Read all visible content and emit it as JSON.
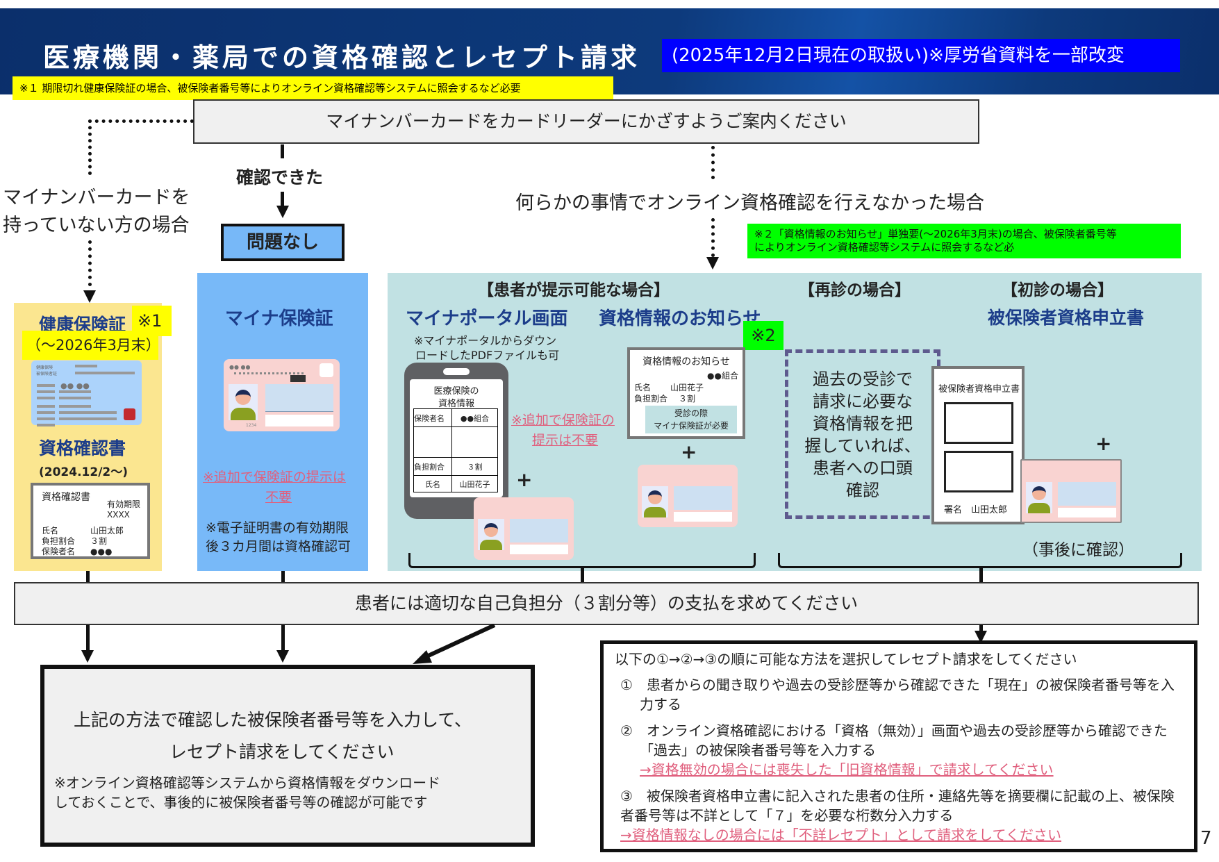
{
  "header": {
    "title": "医療機関・薬局での資格確認とレセプト請求",
    "subtitle": "(2025年12月2日現在の取扱い)※厚労省資料を一部改変",
    "note1": "※１ 期限切れ健康保険証の場合、被保険者番号等によりオンライン資格確認等システムに照会するなど必要"
  },
  "flow": {
    "top_instruction": "マイナンバーカードをカードリーダーにかざすようご案内ください",
    "confirmed_label": "確認できた",
    "ok_label": "問題なし",
    "no_card_line1": "マイナンバーカードを",
    "no_card_line2": "持っていない方の場合",
    "failed_label": "何らかの事情でオンライン資格確認を行えなかった場合",
    "note2_line1": "※２「資格情報のお知らせ」単独要(～2026年3月末)の場合、被保険者番号等",
    "note2_line2": "によりオンライン資格確認等システムに照会するなど必"
  },
  "col_health": {
    "title": "健康保険証",
    "mark": "※1",
    "period": "（～2026年3月末）",
    "card_text1": "健康保険",
    "card_text2": "被保険者証",
    "cert_title": "資格確認書",
    "cert_period": "(2024.12/2～)",
    "doc_title": "資格確認書",
    "doc_expiry_label": "有効期限",
    "doc_expiry_value": "XXXX",
    "doc_rows": [
      {
        "k": "氏名",
        "v": "山田太郎"
      },
      {
        "k": "負担割合",
        "v": "３割"
      },
      {
        "k": "保険者名",
        "v": "●●●"
      }
    ]
  },
  "col_myna": {
    "title": "マイナ保険証",
    "card_number": "1234",
    "note_pink_1": "※追加で保険証の提示は",
    "note_pink_2": "不要",
    "note_1": "※電子証明書の有効期限",
    "note_2": "後３カ月間は資格確認可"
  },
  "col_teal": {
    "section_present": "【患者が提示可能な場合】",
    "section_revisit": "【再診の場合】",
    "section_first": "【初診の場合】",
    "portal_title": "マイナポータル画面",
    "portal_note1": "※マイナポータルからダウン",
    "portal_note2": "ロードしたPDFファイルも可",
    "phone_title1": "医療保険の",
    "phone_title2": "資格情報",
    "phone_rows": [
      {
        "k": "保険者名",
        "v": "●●組合"
      },
      {
        "k": "",
        "v": ""
      },
      {
        "k": "負担割合",
        "v": "３割"
      },
      {
        "k": "氏名",
        "v": "山田花子"
      }
    ],
    "portal_pink1": "※追加で保険証の",
    "portal_pink2": "提示は不要",
    "plus": "+",
    "notice_title": "資格情報のお知らせ",
    "notice_mark": "※2",
    "notice_doc_title": "資格情報のお知らせ",
    "notice_union": "●●組合",
    "notice_name_k": "氏名",
    "notice_name_v": "山田花子",
    "notice_ratio_k": "負担割合",
    "notice_ratio_v": "３割",
    "notice_banner1": "受診の際",
    "notice_banner2": "マイナ保険証が必要",
    "revisit_lines": [
      "過去の受診で",
      "請求に必要な",
      "資格情報を把",
      "握していれば、",
      "患者への口頭",
      "確認"
    ],
    "first_title": "被保険者資格申立書",
    "first_doc_title": "被保険者資格申立書",
    "first_doc_sign": "署名　山田太郎",
    "first_after": "（事後に確認）"
  },
  "bottom": {
    "payment": "患者には適切な自己負担分（３割分等）の支払を求めてください",
    "left_line1": "上記の方法で確認した被保険者番号等を入力して、",
    "left_line2": "レセプト請求をしてください",
    "left_note1": "※オンライン資格確認等システムから資格情報をダウンロード",
    "left_note2": "しておくことで、事後的に被保険者番号等の確認が可能です",
    "right_heading": "以下の①→②→③の順に可能な方法を選択してレセプト請求をしてください",
    "right_items": [
      {
        "text": "①　患者からの聞き取りや過去の受診歴等から確認できた「現在」の被保険者番号等を入力する",
        "pink": ""
      },
      {
        "text": "②　オンライン資格確認における「資格（無効）」画面や過去の受診歴等から確認できた「過去」の被保険者番号等を入力する",
        "pink": "→資格無効の場合には喪失した「旧資格情報」で請求してください"
      },
      {
        "text": "③　被保険者資格申立書に記入された患者の住所・連絡先等を摘要欄に記載の上、被保険者番号等は不詳として「７」を必要な桁数分入力する",
        "pink": "→資格情報なしの場合には「不詳レセプト」として請求をしてください"
      }
    ],
    "page_number": "7"
  }
}
